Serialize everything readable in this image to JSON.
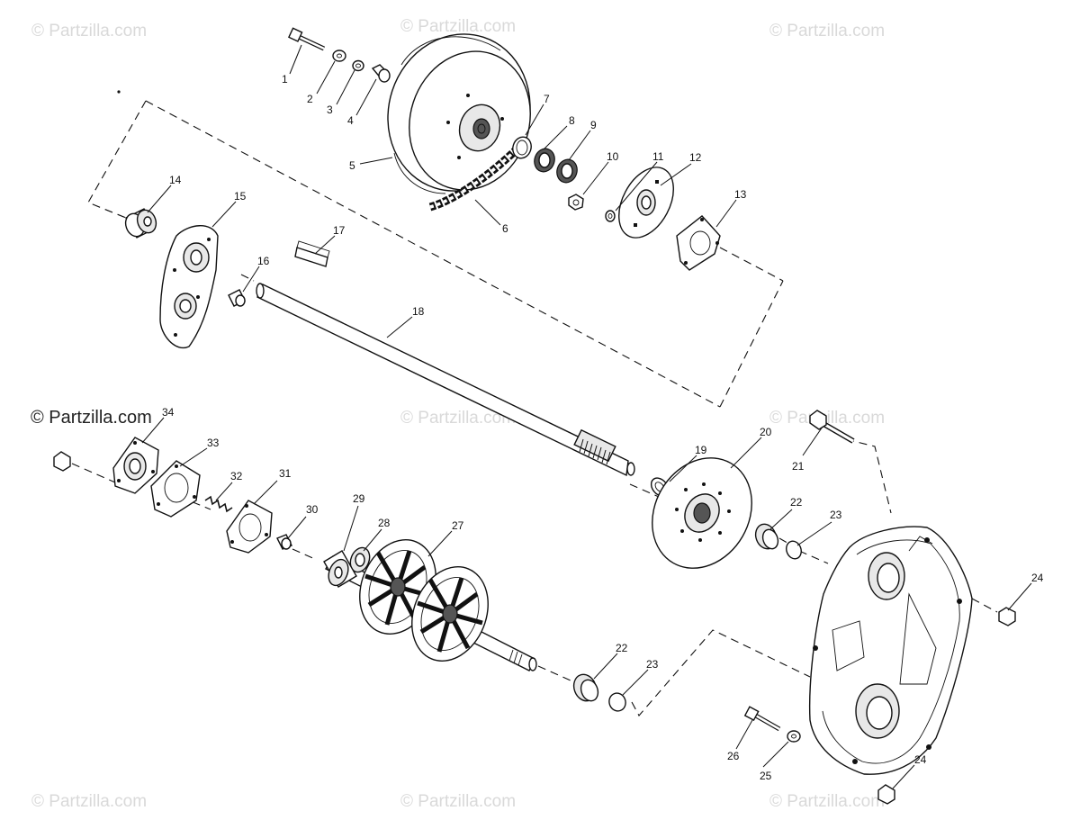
{
  "watermark": {
    "text": "© Partzilla.com",
    "color": "#d9d9d9"
  },
  "callouts": [
    {
      "id": "1",
      "text": "1"
    },
    {
      "id": "2",
      "text": "2"
    },
    {
      "id": "3",
      "text": "3"
    },
    {
      "id": "4",
      "text": "4"
    },
    {
      "id": "5",
      "text": "5"
    },
    {
      "id": "6",
      "text": "6"
    },
    {
      "id": "7",
      "text": "7"
    },
    {
      "id": "8",
      "text": "8"
    },
    {
      "id": "9",
      "text": "9"
    },
    {
      "id": "10",
      "text": "10"
    },
    {
      "id": "11",
      "text": "11"
    },
    {
      "id": "12",
      "text": "12"
    },
    {
      "id": "13",
      "text": "13"
    },
    {
      "id": "14",
      "text": "14"
    },
    {
      "id": "15",
      "text": "15"
    },
    {
      "id": "16",
      "text": "16"
    },
    {
      "id": "17",
      "text": "17"
    },
    {
      "id": "18",
      "text": "18"
    },
    {
      "id": "19",
      "text": "19"
    },
    {
      "id": "20",
      "text": "20"
    },
    {
      "id": "21",
      "text": "21"
    },
    {
      "id": "22a",
      "text": "22"
    },
    {
      "id": "23a",
      "text": "23"
    },
    {
      "id": "24a",
      "text": "24"
    },
    {
      "id": "27",
      "text": "27"
    },
    {
      "id": "28",
      "text": "28"
    },
    {
      "id": "29",
      "text": "29"
    },
    {
      "id": "30",
      "text": "30"
    },
    {
      "id": "31",
      "text": "31"
    },
    {
      "id": "32",
      "text": "32"
    },
    {
      "id": "33",
      "text": "33"
    },
    {
      "id": "34",
      "text": "34"
    },
    {
      "id": "22b",
      "text": "22"
    },
    {
      "id": "23b",
      "text": "23"
    },
    {
      "id": "26",
      "text": "26"
    },
    {
      "id": "25",
      "text": "25"
    },
    {
      "id": "24b",
      "text": "24"
    }
  ]
}
